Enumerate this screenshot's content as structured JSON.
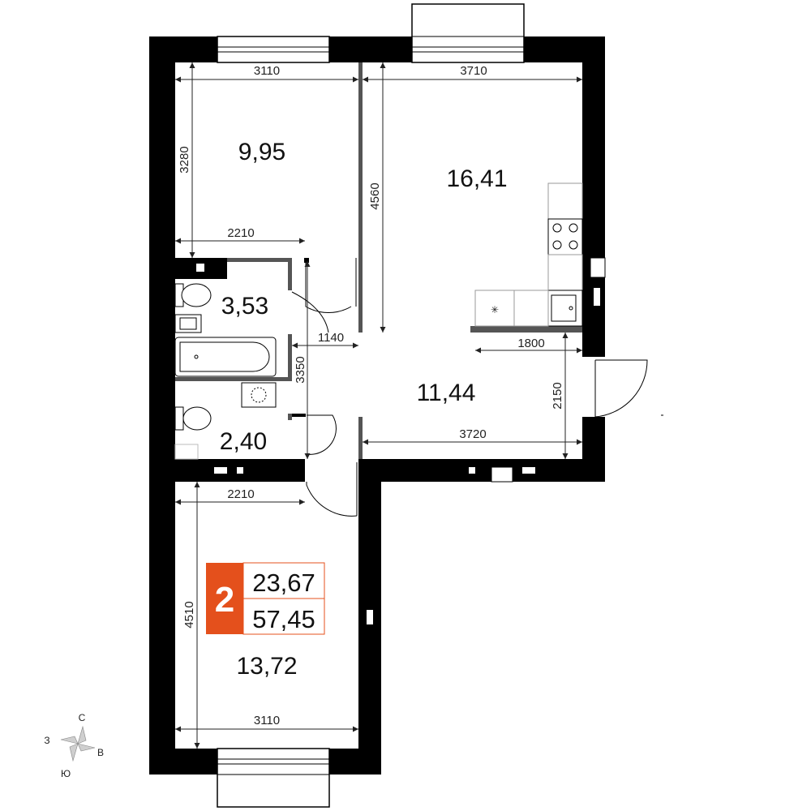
{
  "plan": {
    "rooms": {
      "bedroom_top": "9,95",
      "living_kitchen": "16,41",
      "bathroom": "3,53",
      "hall": "11,44",
      "wc": "2,40",
      "bedroom_bottom": "13,72"
    },
    "dimensions": {
      "top_left_width": "3110",
      "top_right_width": "3710",
      "top_left_height": "3280",
      "living_height": "4560",
      "corridor_width": "2210",
      "hall_short": "1140",
      "kitchen_counter": "1800",
      "bath_height": "3350",
      "hall_height": "2150",
      "hall_width": "3720",
      "bottom_corridor_width": "2210",
      "bottom_height": "4510",
      "bottom_width": "3110"
    },
    "badge": {
      "rooms_count": "2",
      "living_area": "23,67",
      "total_area": "57,45",
      "accent_color": "#e4501c"
    },
    "compass": {
      "north": "С",
      "east": "В",
      "south": "Ю",
      "west": "З"
    }
  }
}
